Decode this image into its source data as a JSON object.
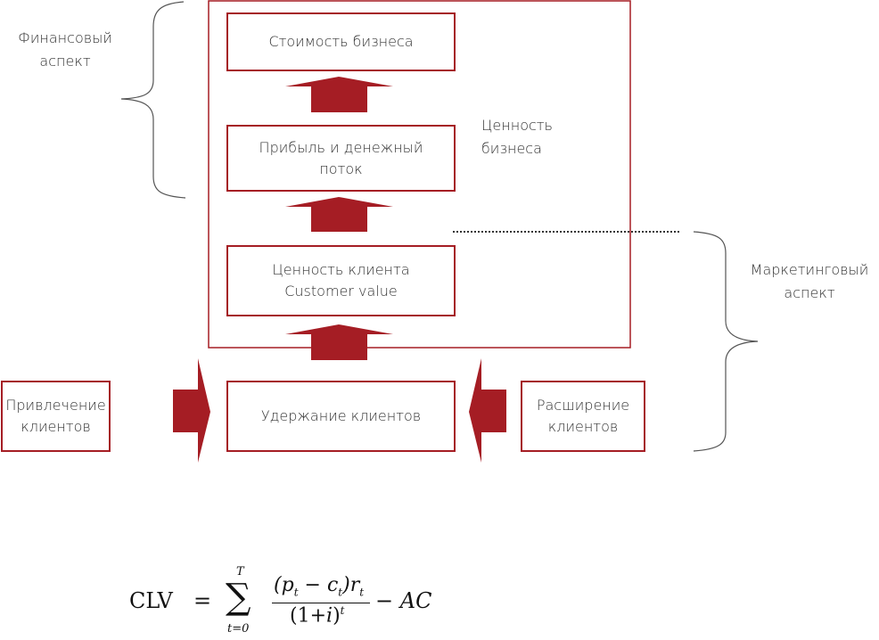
{
  "colors": {
    "accent": "#a51d24",
    "text": "#333333",
    "bracket": "#555555"
  },
  "aspects": {
    "financial": "Финансовый аспект",
    "financial_lines": [
      "Финансовый",
      "аспект"
    ],
    "marketing_lines": [
      "Маркетинговый",
      "аспект"
    ]
  },
  "business_value": {
    "lines": [
      "Ценность",
      "бизнеса"
    ]
  },
  "boxes": {
    "business_cost": {
      "lines": [
        "Стоимость бизнеса"
      ]
    },
    "profit_cashflow": {
      "lines": [
        "Прибыль и денежный",
        "поток"
      ]
    },
    "customer_value": {
      "lines": [
        "Ценность клиента",
        "Customer value"
      ]
    },
    "acquisition": {
      "lines": [
        "Привлечение",
        "клиентов"
      ]
    },
    "retention": {
      "lines": [
        "Удержание клиентов"
      ]
    },
    "expansion": {
      "lines": [
        "Расширение",
        "клиентов"
      ]
    }
  },
  "formula": {
    "lhs": "CLV",
    "eq": "=",
    "sum_upper": "T",
    "sum_lower": "t=0",
    "numerator": "(p_t − c_t) r_t",
    "denominator": "(1+i)^t",
    "minus_term": "− AC"
  }
}
